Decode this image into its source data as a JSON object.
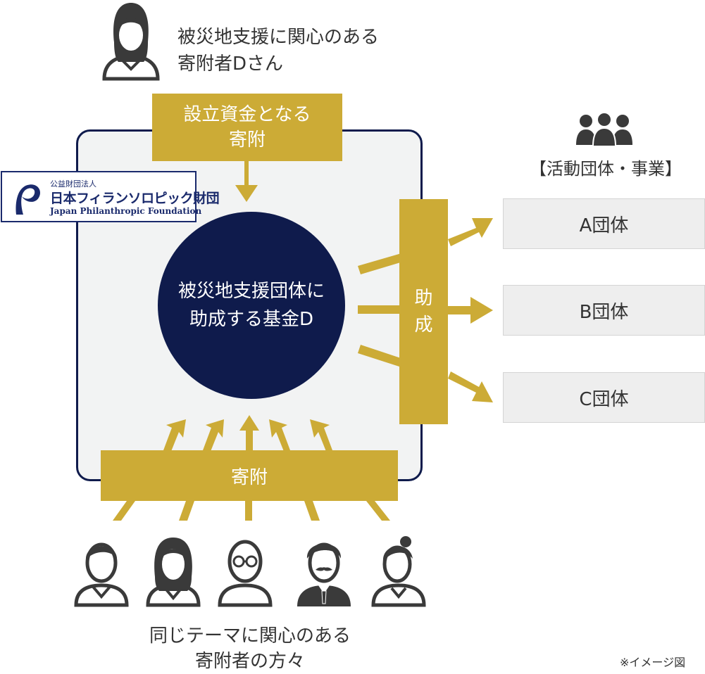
{
  "donor_d": {
    "line1": "被災地支援に関心のある",
    "line2": "寄附者Dさん"
  },
  "founding_donation": {
    "label": "設立資金となる\n寄附"
  },
  "logo": {
    "small": "公益財団法人",
    "main": "日本フィランソロピック財団",
    "en": "Japan Philanthropic Foundation"
  },
  "fund": {
    "label": "被災地支援団体に\n助成する基金D"
  },
  "grant": {
    "label": "助成"
  },
  "donation": {
    "label": "寄附"
  },
  "groups": {
    "header": "【活動団体・事業】",
    "items": [
      {
        "label": "A団体"
      },
      {
        "label": "B団体"
      },
      {
        "label": "C団体"
      }
    ]
  },
  "donors_caption": {
    "label": "同じテーマに関心のある\n寄附者の方々"
  },
  "note": "※イメージ図",
  "colors": {
    "navy": "#0f1b4c",
    "gold": "#ccab36",
    "panel": "#f2f3f3",
    "icon": "#3a3a3a"
  }
}
